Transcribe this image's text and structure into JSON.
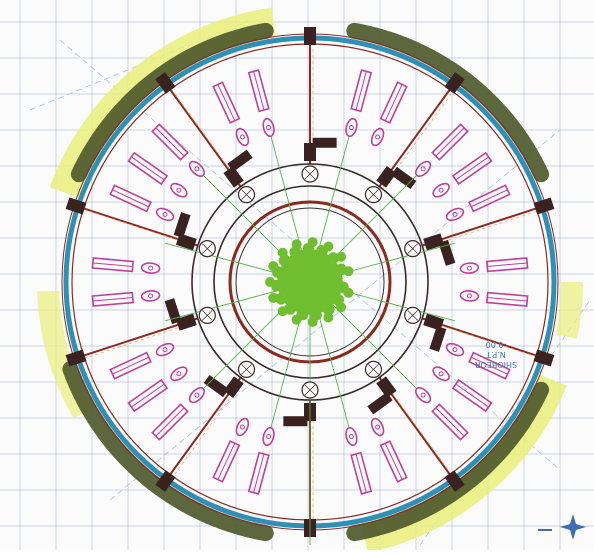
{
  "sheet": {
    "annotation": {
      "lines": [
        "SHIOBEOR",
        "N.P.T",
        "-0.00"
      ]
    }
  },
  "colors": {
    "paper": "#fbfbfc",
    "grid": "#b7c7dd",
    "greenery": "#4f5a2e",
    "yellow_highlight": "#e9ee7a",
    "outer_wall": "#2f8fb5",
    "cut_lines": "#8a2a1f",
    "columns": "#3a2221",
    "furniture": "#c03f9b",
    "inner_rings": "#3b2a2a",
    "axis_lines": "#55b248",
    "central_tree": "#6fbe2f",
    "annotation_ink": "#3d6db3"
  },
  "plan": {
    "radial_walls": 10,
    "inner_ring_nodes": 10,
    "icons": [
      "central-tree-icon",
      "north-arrow-icon"
    ]
  }
}
